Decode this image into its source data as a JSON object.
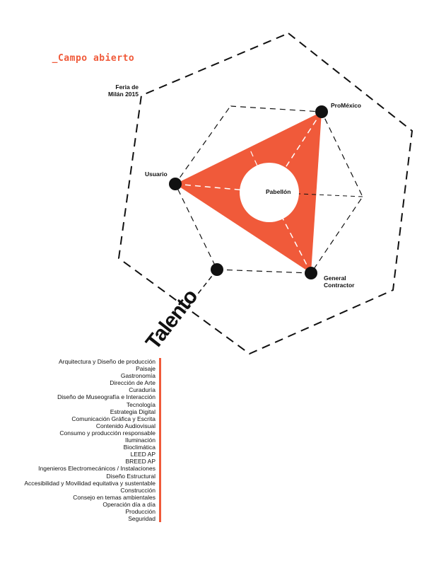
{
  "section_title": "_Campo abierto",
  "colors": {
    "accent": "#f05a3a",
    "ink": "#111111",
    "white": "#ffffff"
  },
  "nodes": {
    "feria_line1": "Feria de",
    "feria_line2": "Milán 2015",
    "promexico": "ProMéxico",
    "usuario": "Usuario",
    "pabellon": "Pabellón",
    "general_line1": "General",
    "general_line2": "Contractor",
    "talento": "Talento"
  },
  "talent_items": [
    "Arquitectura y Diseño de producción",
    "Paisaje",
    "Gastronomía",
    "Dirección de Arte",
    "Curaduría",
    "Diseño de Museografía e Interacción",
    "Tecnología",
    "Estrategia Digital",
    "Comunicación Gráfica y Escrita",
    "Contenido Audiovisual",
    "Consumo y producción responsable",
    "Iluminación",
    "Bioclimática",
    "LEED AP",
    "BREED AP",
    "Ingenieros Electromecánicos / Instalaciones",
    "Diseño Estructural",
    "Accesibilidad y Movilidad equitativa y sustentable",
    "Construcción",
    "Consejo en temas ambientales",
    "Operación día a día",
    "Producción",
    "Seguridad"
  ]
}
